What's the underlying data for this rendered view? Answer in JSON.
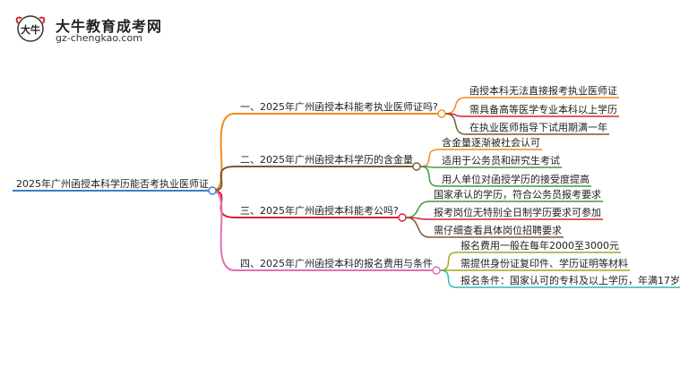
{
  "logo": {
    "title": "大牛教育成考网",
    "url": "gz-chengkao.com",
    "mark_text": "大牛"
  },
  "colors": {
    "root": "#3a7fc8",
    "branch1": "#f28a1c",
    "branch2": "#7c5a2c",
    "branch3": "#d9232d",
    "branch4": "#e36fb2",
    "leaf_green": "#3e9a3e",
    "leaf_olive": "#a8a51f",
    "leaf_teal": "#2fb8b8",
    "leaf_darkred": "#b03030"
  },
  "mindmap": {
    "root": "2025年广州函授本科学历能否考执业医师证",
    "branches": [
      {
        "label": "一、2025年广州函授本科能考执业医师证吗?",
        "children": [
          "函授本科无法直接报考执业医师证",
          "需具备高等医学专业本科以上学历",
          "在执业医师指导下试用期满一年"
        ]
      },
      {
        "label": "二、2025年广州函授本科学历的含金量",
        "children": [
          "含金量逐渐被社会认可",
          "适用于公务员和研究生考试",
          "用人单位对函授学历的接受度提高"
        ]
      },
      {
        "label": "三、2025年广州函授本科能考公吗?",
        "children": [
          "国家承认的学历，符合公务员报考要求",
          "报考岗位无特别全日制学历要求可参加",
          "需仔细查看具体岗位招聘要求"
        ]
      },
      {
        "label": "四、2025年广州函授本科的报名费用与条件",
        "children": [
          "报名费用一般在每年2000至3000元",
          "需提供身份证复印件、学历证明等材料",
          "报名条件：国家认可的专科及以上学历，年满17岁"
        ]
      }
    ]
  }
}
